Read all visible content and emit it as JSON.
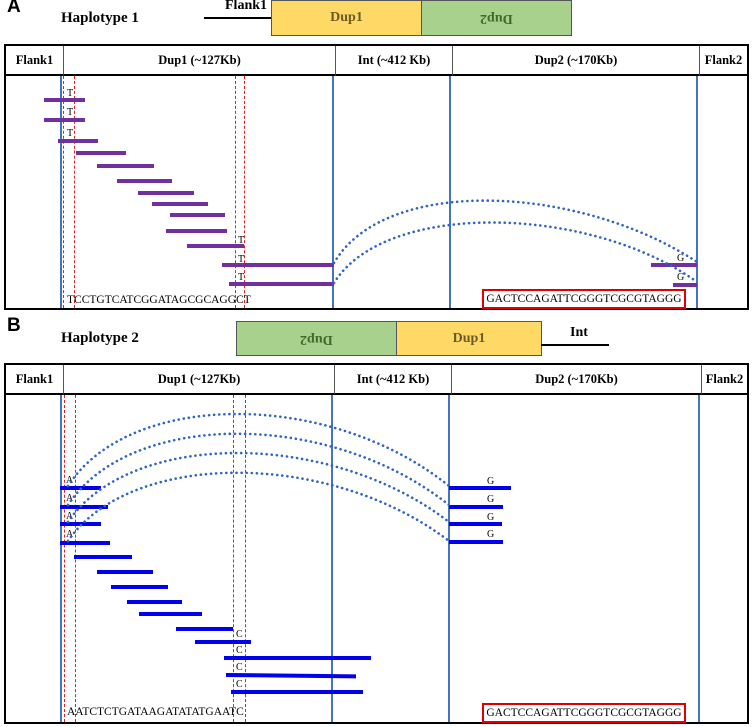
{
  "panel_a": {
    "letter": "A",
    "title": "Haplotype 1",
    "schematic": {
      "flank_label": "Flank1",
      "dup1": "Dup1",
      "dup2_inverted": "Dup2"
    },
    "headers": [
      "Flank1",
      "Dup1 (~127Kb)",
      "Int (~412 Kb)",
      "Dup2 (~170Kb)",
      "Flank2"
    ],
    "snp_left": [
      "T",
      "T",
      "T"
    ],
    "snp_mid": [
      "T",
      "T",
      "T"
    ],
    "snp_right": [
      "G",
      "G"
    ],
    "seq_left": "TCCTGTCATCGGATAGCGCAGGCT",
    "seq_right": "GACTCCAGATTCGGGTCGCGTAGGG",
    "read_color": "#7030a0"
  },
  "panel_b": {
    "letter": "B",
    "title": "Haplotype 2",
    "schematic": {
      "dup2_inverted": "Dup2",
      "dup1": "Dup1",
      "int_label": "Int"
    },
    "headers": [
      "Flank1",
      "Dup1 (~127Kb)",
      "Int (~412 Kb)",
      "Dup2 (~170Kb)",
      "Flank2"
    ],
    "snp_left": [
      "A",
      "A",
      "A",
      "A"
    ],
    "snp_right": [
      "G",
      "G",
      "G",
      "G"
    ],
    "snp_mid": [
      "C",
      "C",
      "C",
      "C"
    ],
    "seq_left": "AATCTCTGATAAGATATATGAATC",
    "seq_right": "GACTCCAGATTCGGGTCGCGTAGGG",
    "read_color": "#0000ee"
  }
}
